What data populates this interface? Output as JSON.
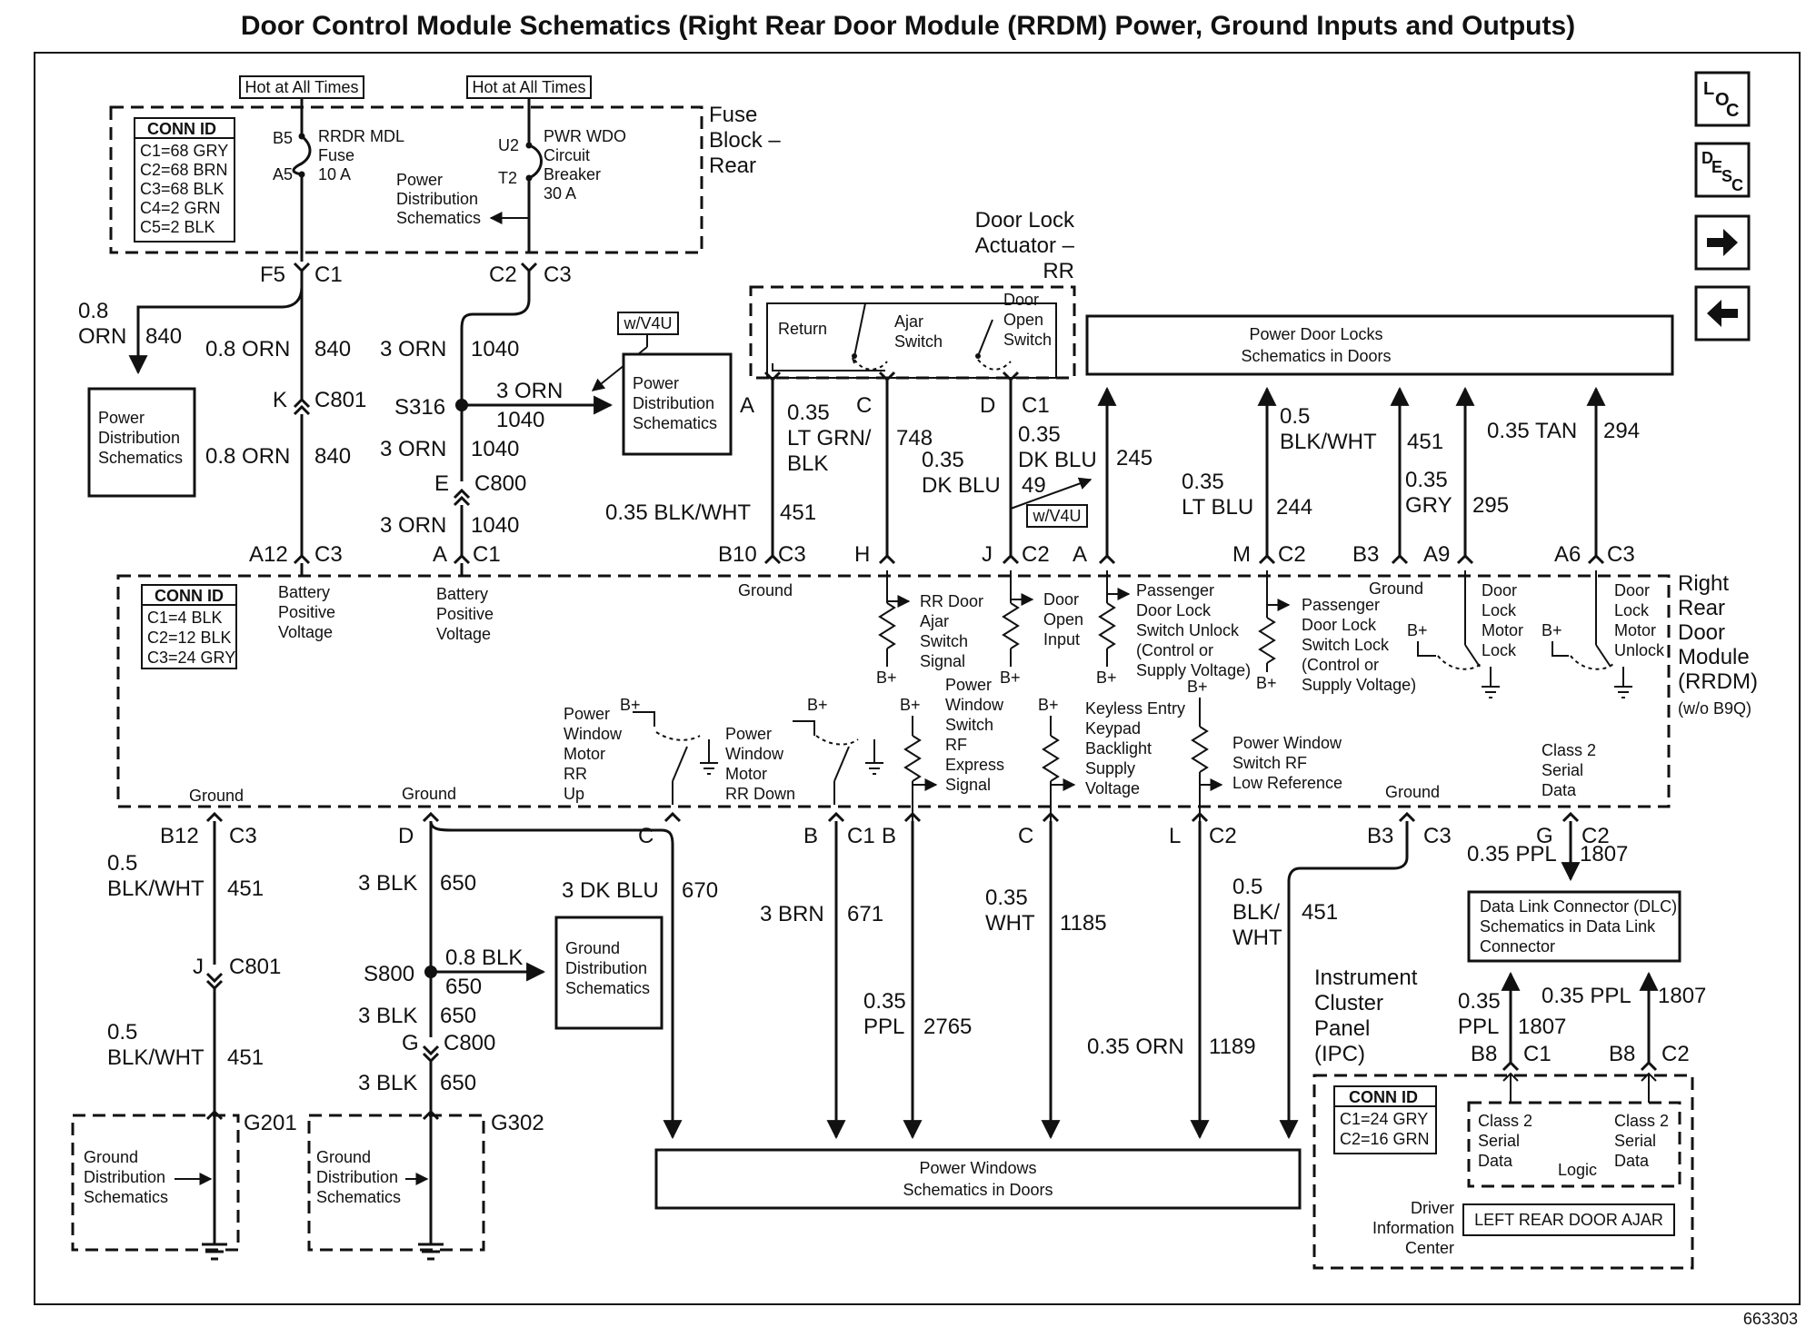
{
  "title": "Door Control Module Schematics (Right Rear Door Module (RRDM) Power, Ground Inputs and Outputs)",
  "figure_id": "663303",
  "nav": {
    "loc": "LOC",
    "desc": "DESC",
    "next_icon": "arrow-right-icon",
    "prev_icon": "arrow-left-icon"
  },
  "fuse_block": {
    "name_lines": [
      "Fuse",
      "Block –",
      "Rear"
    ],
    "hot1": "Hot at All Times",
    "hot2": "Hot at All Times",
    "conn_id": {
      "title": "CONN ID",
      "rows": [
        "C1=68 GRY",
        "C2=68 BRN",
        "C3=68 BLK",
        "C4=2 GRN",
        "C5=2 BLK"
      ]
    },
    "fuse_pins": [
      "B5",
      "A5"
    ],
    "fuse_label": [
      "RRDR MDL",
      "Fuse",
      "10 A"
    ],
    "cb_pins": [
      "U2",
      "T2"
    ],
    "cb_label": [
      "PWR WDO",
      "Circuit",
      "Breaker",
      "30 A"
    ],
    "pds": [
      "Power",
      "Distribution",
      "Schematics"
    ]
  },
  "left_feed": {
    "f5": "F5",
    "c1": "C1",
    "c2": "C2",
    "c3": "C3",
    "w08orn": [
      "0.8",
      "ORN"
    ],
    "c840a": "840",
    "w08orn_b": "0.8 ORN",
    "c840b": "840",
    "k": "K",
    "c801": "C801",
    "w08orn_c": "0.8 ORN",
    "c840c": "840",
    "a12": "A12",
    "c3b": "C3",
    "pds2": [
      "Power",
      "Distribution",
      "Schematics"
    ]
  },
  "mid_feed": {
    "w3orn_a": "3 ORN",
    "c1040a": "1040",
    "s316": "S316",
    "w3orn_b": "3 ORN",
    "c1040b": "1040",
    "wv4u": "w/V4U",
    "pds3": [
      "Power",
      "Distribution",
      "Schematics"
    ],
    "w3orn_c": "3 ORN",
    "c1040c": "1040",
    "e": "E",
    "c800": "C800",
    "w3orn_d": "3 ORN",
    "c1040d": "1040",
    "a": "A",
    "c1": "C1"
  },
  "actuator": {
    "title": [
      "Door Lock",
      "Actuator –",
      "RR"
    ],
    "return": "Return",
    "ajar": [
      "Ajar",
      "Switch"
    ],
    "door_open": [
      "Door",
      "Open",
      "Switch"
    ],
    "pins": [
      "A",
      "C",
      "D",
      "C1"
    ]
  },
  "power_door_locks": [
    "Power Door Locks",
    "Schematics in Doors"
  ],
  "upper_wires": {
    "w035_ltgrn": [
      "0.35",
      "LT GRN/",
      "BLK"
    ],
    "c748": "748",
    "w035_dkblu_a": [
      "0.35",
      "DK BLU"
    ],
    "w035_dkblu_b": [
      "0.35",
      "DK BLU"
    ],
    "c49": "49",
    "wv4u_b": "w/V4U",
    "c245": "245",
    "w035_blkwht": "0.35 BLK/WHT",
    "c451a": "451",
    "w035_ltblu": [
      "0.35",
      "LT BLU"
    ],
    "c244": "244",
    "w05_blkwht": [
      "0.5",
      "BLK/WHT"
    ],
    "c451b": "451",
    "w035_gry": [
      "0.35",
      "GRY"
    ],
    "c295": "295",
    "w035_tan": "0.35 TAN",
    "c294": "294"
  },
  "rrdm_top_pins": [
    "B10",
    "C3",
    "H",
    "J",
    "C2",
    "A",
    "M",
    "C2",
    "B3",
    "A9",
    "A6",
    "C3"
  ],
  "rrdm": {
    "name_lines": [
      "Right",
      "Rear",
      "Door",
      "Module",
      "(RRDM)"
    ],
    "note": "(w/o B9Q)",
    "conn_id": {
      "title": "CONN ID",
      "rows": [
        "C1=4 BLK",
        "C2=12 BLK",
        "C3=24 GRY"
      ]
    },
    "bpv1": [
      "Battery",
      "Positive",
      "Voltage"
    ],
    "bpv2": [
      "Battery",
      "Positive",
      "Voltage"
    ],
    "ground_top": "Ground",
    "ground_top2": "Ground",
    "rr_ajar": [
      "RR Door",
      "Ajar",
      "Switch",
      "Signal"
    ],
    "door_open_input": [
      "Door",
      "Open",
      "Input"
    ],
    "pass_unlock": [
      "Passenger",
      "Door Lock",
      "Switch Unlock",
      "(Control or",
      "Supply Voltage)"
    ],
    "pass_lock": [
      "Passenger",
      "Door Lock",
      "Switch Lock",
      "(Control or",
      "Supply Voltage)"
    ],
    "motor_lock": [
      "Door",
      "Lock",
      "Motor",
      "Lock"
    ],
    "motor_unlock": [
      "Door",
      "Lock",
      "Motor",
      "Unlock"
    ],
    "pw_up": [
      "Power",
      "Window",
      "Motor",
      "RR",
      "Up"
    ],
    "pw_down": [
      "Power",
      "Window",
      "Motor",
      "RR Down"
    ],
    "pw_express": [
      "Power",
      "Window",
      "Switch",
      "RF",
      "Express",
      "Signal"
    ],
    "keyless": [
      "Keyless Entry",
      "Keypad",
      "Backlight",
      "Supply",
      "Voltage"
    ],
    "pw_lowref": [
      "Power Window",
      "Switch RF",
      "Low Reference"
    ],
    "class2": [
      "Class 2",
      "Serial",
      "Data"
    ],
    "bplus": "B+",
    "ground1": "Ground",
    "ground2": "Ground",
    "ground3": "Ground"
  },
  "rrdm_bottom_pins": [
    "B12",
    "C3",
    "D",
    "C",
    "B",
    "C1",
    "B",
    "C",
    "L",
    "C2",
    "B3",
    "C3",
    "G",
    "C2"
  ],
  "lower_wires": {
    "w05_blkwht_a": [
      "0.5",
      "BLK/WHT"
    ],
    "c451a": "451",
    "j": "J",
    "c801": "C801",
    "w05_blkwht_b": [
      "0.5",
      "BLK/WHT"
    ],
    "c451b": "451",
    "g201": "G201",
    "w3blk_a": "3 BLK",
    "c650a": "650",
    "s800": "S800",
    "w08blk": "0.8 BLK",
    "c650b": "650",
    "gds": [
      "Ground",
      "Distribution",
      "Schematics"
    ],
    "w3blk_c": "3 BLK",
    "c650c": "650",
    "g": "G",
    "c800": "C800",
    "w3blk_d": "3 BLK",
    "c650d": "650",
    "g302": "G302",
    "gds_l": [
      "Ground",
      "Distribution",
      "Schematics"
    ],
    "gds_r": [
      "Ground",
      "Distribution",
      "Schematics"
    ],
    "w3dkblu": "3 DK BLU",
    "c670": "670",
    "w3brn": "3 BRN",
    "c671": "671",
    "w035ppl": [
      "0.35",
      "PPL"
    ],
    "c2765": "2765",
    "w035wht": [
      "0.35",
      "WHT"
    ],
    "c1185": "1185",
    "w035orn": "0.35 ORN",
    "c1189": "1189",
    "w05_blkwht_c": [
      "0.5",
      "BLK/",
      "WHT"
    ],
    "c451c": "451",
    "w035ppl_b": "0.35 PPL",
    "c1807a": "1807"
  },
  "power_windows": [
    "Power Windows",
    "Schematics in Doors"
  ],
  "dlc": [
    "Data Link Connector (DLC)",
    "Schematics in Data Link",
    "Connector"
  ],
  "ipc": {
    "name_lines": [
      "Instrument",
      "Cluster",
      "Panel",
      "(IPC)"
    ],
    "w035ppl_l": [
      "0.35",
      "PPL"
    ],
    "c1807l": "1807",
    "w035ppl_r": "0.35 PPL",
    "c1807r": "1807",
    "pins": [
      "B8",
      "C1",
      "B8",
      "C2"
    ],
    "conn_id": {
      "title": "CONN ID",
      "rows": [
        "C1=24 GRY",
        "C2=16 GRN"
      ]
    },
    "class2_l": [
      "Class 2",
      "Serial",
      "Data"
    ],
    "class2_r": [
      "Class 2",
      "Serial",
      "Data"
    ],
    "logic": "Logic",
    "dic": [
      "Driver",
      "Information",
      "Center"
    ],
    "message": "LEFT REAR DOOR AJAR"
  }
}
